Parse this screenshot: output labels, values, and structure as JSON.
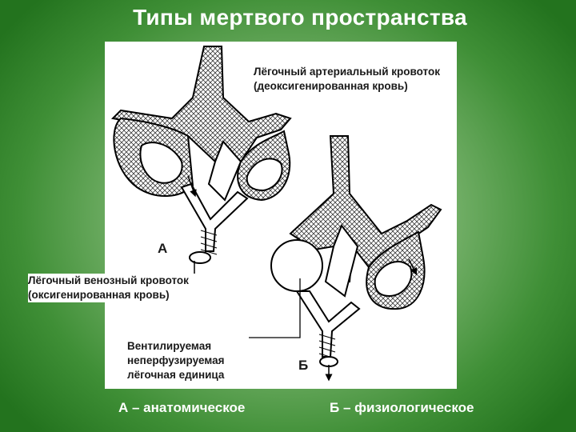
{
  "title": "Типы мертвого пространства",
  "labels": {
    "arterial_line1": "Лёгочный артериальный кровоток",
    "arterial_line2": "(деоксигенированная кровь)",
    "venous_line1": "Лёгочный венозный кровоток",
    "venous_line2": "(оксигенированная кровь)",
    "unit_line1": "Вентилируемая",
    "unit_line2": "неперфузируемая",
    "unit_line3": "лёгочная единица",
    "letter_a": "А",
    "letter_b": "Б"
  },
  "bottom": {
    "left": "А – анатомическое",
    "right": "Б – физиологическое"
  }
}
